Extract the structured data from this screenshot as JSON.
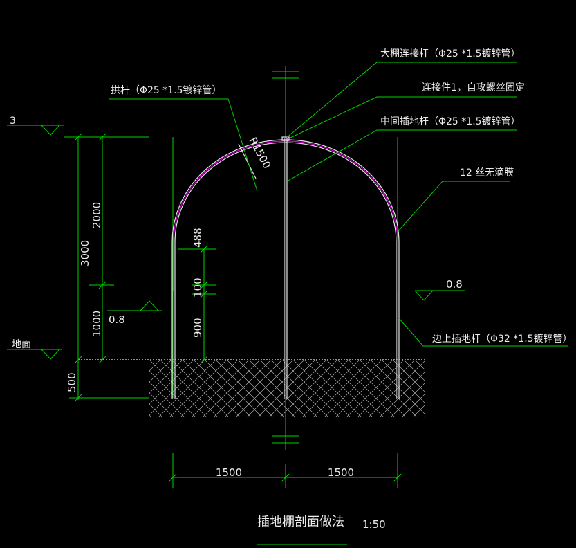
{
  "labels": {
    "dapeng_connector_rod": "大棚连接杆（Φ25 *1.5镀锌管）",
    "connector_fixing": "连接件1，自攻螺丝固定",
    "middle_ground_rod": "中间插地杆（Φ25 *1.5镀锌管）",
    "arch_rod": "拱杆（Φ25 *1.5镀锌管）",
    "film": "12 丝无滴膜",
    "side_ground_rod": "边上插地杆（Φ32 *1.5镀锌管）",
    "ground": "地面",
    "level_top": "3",
    "level_side_left": "0.8",
    "level_side_right": "0.8",
    "radius": "R1500"
  },
  "dimensions": {
    "v_total": "3000",
    "v_upper": "2000",
    "v_lower": "1000",
    "v_embed": "500",
    "v_488": "488",
    "v_100": "100",
    "v_900": "900",
    "h_left": "1500",
    "h_right": "1500"
  },
  "title": {
    "text": "插地棚剖面做法",
    "scale": "1:50"
  },
  "colors": {
    "background": "#000000",
    "dimension_line": "#00d400",
    "structure": "#e6e6e6",
    "film_line": "#d400d4"
  }
}
